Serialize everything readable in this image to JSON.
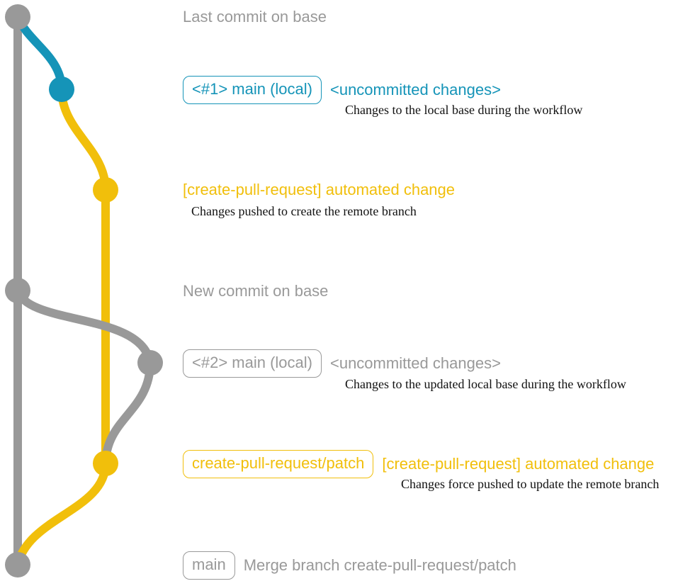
{
  "colors": {
    "gray": "#999999",
    "teal": "#1594b8",
    "yellow": "#f1bf0b",
    "note": "#111111"
  },
  "commits": [
    {
      "id": "c1",
      "color": "gray",
      "branch": "",
      "message": "Last commit on base",
      "note": ""
    },
    {
      "id": "c2",
      "color": "teal",
      "branch": "<#1> main (local)",
      "message": "<uncommitted changes>",
      "note": "Changes to the local base during the workflow"
    },
    {
      "id": "c3",
      "color": "yellow",
      "branch": "",
      "message": "[create-pull-request] automated change",
      "note": "Changes pushed to create the remote branch"
    },
    {
      "id": "c4",
      "color": "gray",
      "branch": "",
      "message": "New commit on base",
      "note": ""
    },
    {
      "id": "c5",
      "color": "gray",
      "branch": "<#2> main (local)",
      "message": "<uncommitted changes>",
      "note": "Changes to the updated local base during the workflow"
    },
    {
      "id": "c6",
      "color": "yellow",
      "branch": "create-pull-request/patch",
      "message": "[create-pull-request] automated change",
      "note": "Changes force pushed to update the remote branch"
    },
    {
      "id": "c7",
      "color": "gray",
      "branch": "main",
      "message": "Merge branch create-pull-request/patch",
      "note": ""
    }
  ],
  "edges": [
    {
      "from": "c1",
      "to": "c7",
      "color": "gray"
    },
    {
      "from": "c1",
      "to": "c2",
      "color": "teal"
    },
    {
      "from": "c2",
      "to": "c3",
      "color": "yellow"
    },
    {
      "from": "c3",
      "to": "c6",
      "color": "yellow"
    },
    {
      "from": "c4",
      "to": "c5",
      "color": "gray"
    },
    {
      "from": "c5",
      "to": "c6",
      "color": "gray"
    },
    {
      "from": "c6",
      "to": "c7",
      "color": "yellow"
    }
  ]
}
